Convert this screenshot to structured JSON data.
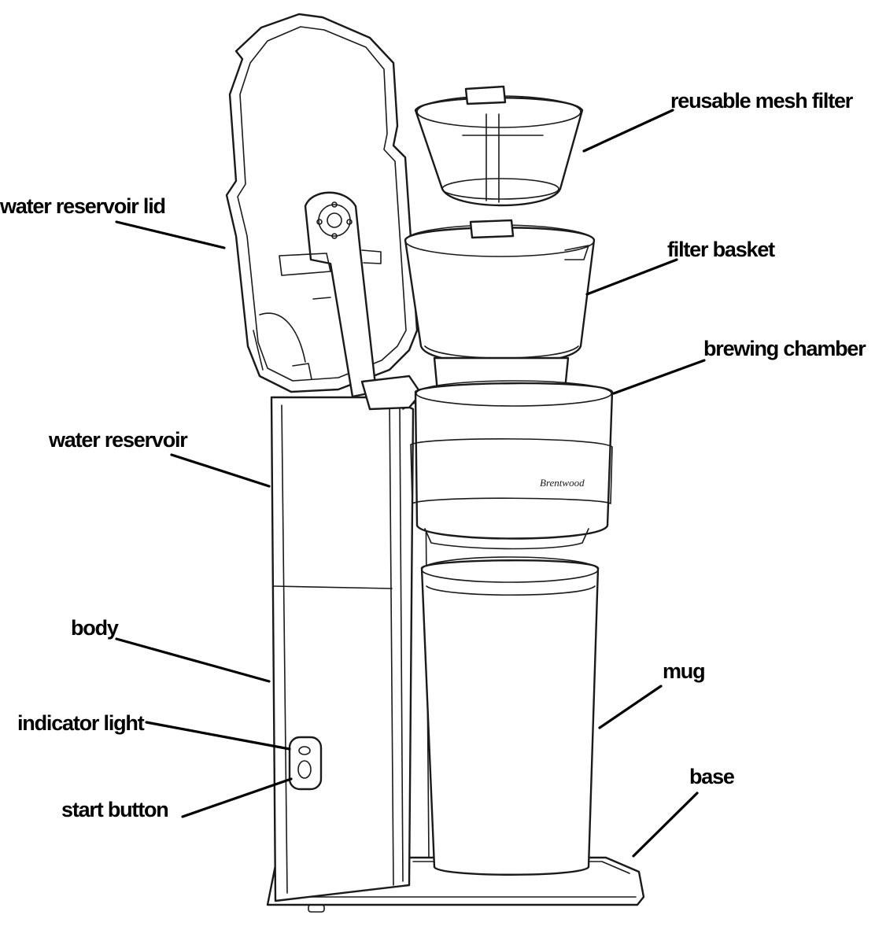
{
  "labels": {
    "reusable_mesh_filter": "reusable mesh filter",
    "water_reservoir_lid": "water reservoir lid",
    "filter_basket": "filter  basket",
    "brewing_chamber": "brewing chamber",
    "water_reservoir": "water reservoir",
    "body": "body",
    "mug": "mug",
    "indicator_light": "indicator light",
    "base": "base",
    "start_button": "start button"
  },
  "brand_logo": "Brentwood",
  "colors": {
    "line": "#1a1a1a",
    "background": "#ffffff"
  }
}
